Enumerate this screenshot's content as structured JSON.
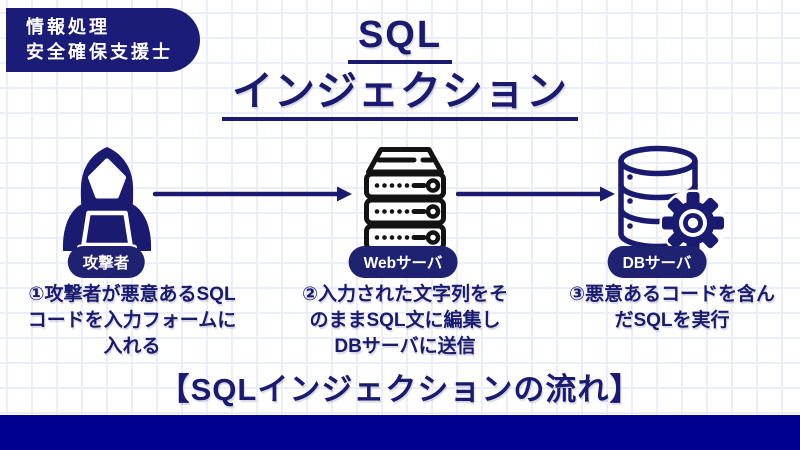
{
  "colors": {
    "background": "#ffffff",
    "grid_line": "#e9eef8",
    "navy": "#1a1a70",
    "badge_bg": "#1b1b78",
    "pill_bg": "#1e2270",
    "bottom_bar": "#00008f",
    "server_icon": "#131313",
    "text_on_dark": "#ffffff"
  },
  "badge": {
    "line1": "情報処理",
    "line2": "安全確保支援士"
  },
  "title": {
    "line1": "SQL",
    "line2": "インジェクション"
  },
  "flow": {
    "nodes": [
      {
        "icon": "attacker-hacker-icon",
        "label": "攻撃者",
        "caption": "①攻撃者が悪意あるSQL\nコードを入力フォームに\n入れる"
      },
      {
        "icon": "web-server-rack-icon",
        "label": "Webサーバ",
        "caption": "②入力された文字列をそ\nのままSQL文に編集し\nDBサーバに送信"
      },
      {
        "icon": "database-gear-icon",
        "label": "DBサーバ",
        "caption": "③悪意あるコードを含ん\nだSQLを実行"
      }
    ]
  },
  "footer": {
    "heading": "【SQLインジェクションの流れ】"
  }
}
